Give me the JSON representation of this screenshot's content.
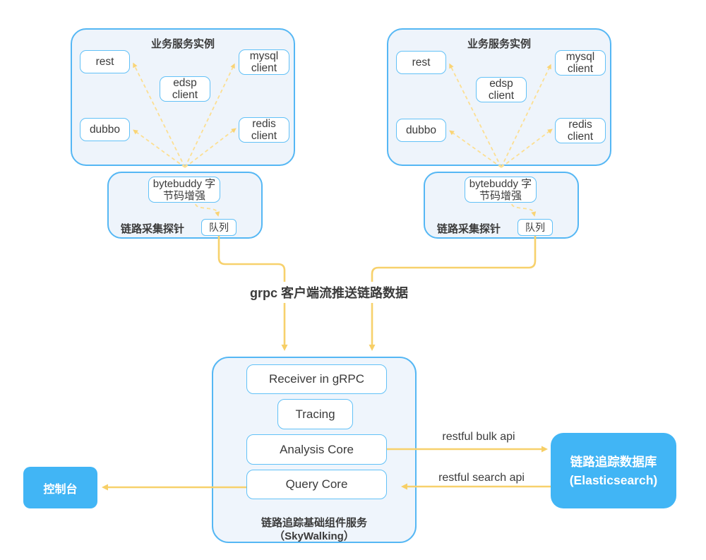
{
  "colors": {
    "cluster_border": "#55b7f4",
    "cluster_fill": "#eef4fb",
    "inner_box_border": "#62c1f7",
    "solid_box_fill": "#41b5f5",
    "line_yellow": "#f7d16c",
    "dashed_yellow": "#fcdf92",
    "text_dark": "#3b3b3b"
  },
  "clusters": [
    {
      "title": "业务服务实例",
      "nodes": {
        "rest": "rest",
        "dubbo": "dubbo",
        "edsp": "edsp client",
        "mysql": "mysql client",
        "redis": "redis client"
      },
      "probe": {
        "label": "链路采集探针",
        "bytebuddy": "bytebuddy 字节码增强",
        "queue": "队列"
      }
    },
    {
      "title": "业务服务实例",
      "nodes": {
        "rest": "rest",
        "dubbo": "dubbo",
        "edsp": "edsp client",
        "mysql": "mysql client",
        "redis": "redis client"
      },
      "probe": {
        "label": "链路采集探针",
        "bytebuddy": "bytebuddy 字节码增强",
        "queue": "队列"
      }
    }
  ],
  "grpc_stream_label": "grpc 客户端流推送链路数据",
  "skywalking": {
    "components": {
      "receiver": "Receiver in gRPC",
      "tracing": "Tracing",
      "analysis": "Analysis Core",
      "query": "Query Core"
    },
    "caption_line1": "链路追踪基础组件服务",
    "caption_line2": "（SkyWalking）"
  },
  "edges": {
    "bulk_api": "restful bulk api",
    "search_api": "restful search api"
  },
  "elasticsearch": {
    "line1": "链路追踪数据库",
    "line2": "(Elasticsearch)"
  },
  "console": {
    "label": "控制台"
  }
}
